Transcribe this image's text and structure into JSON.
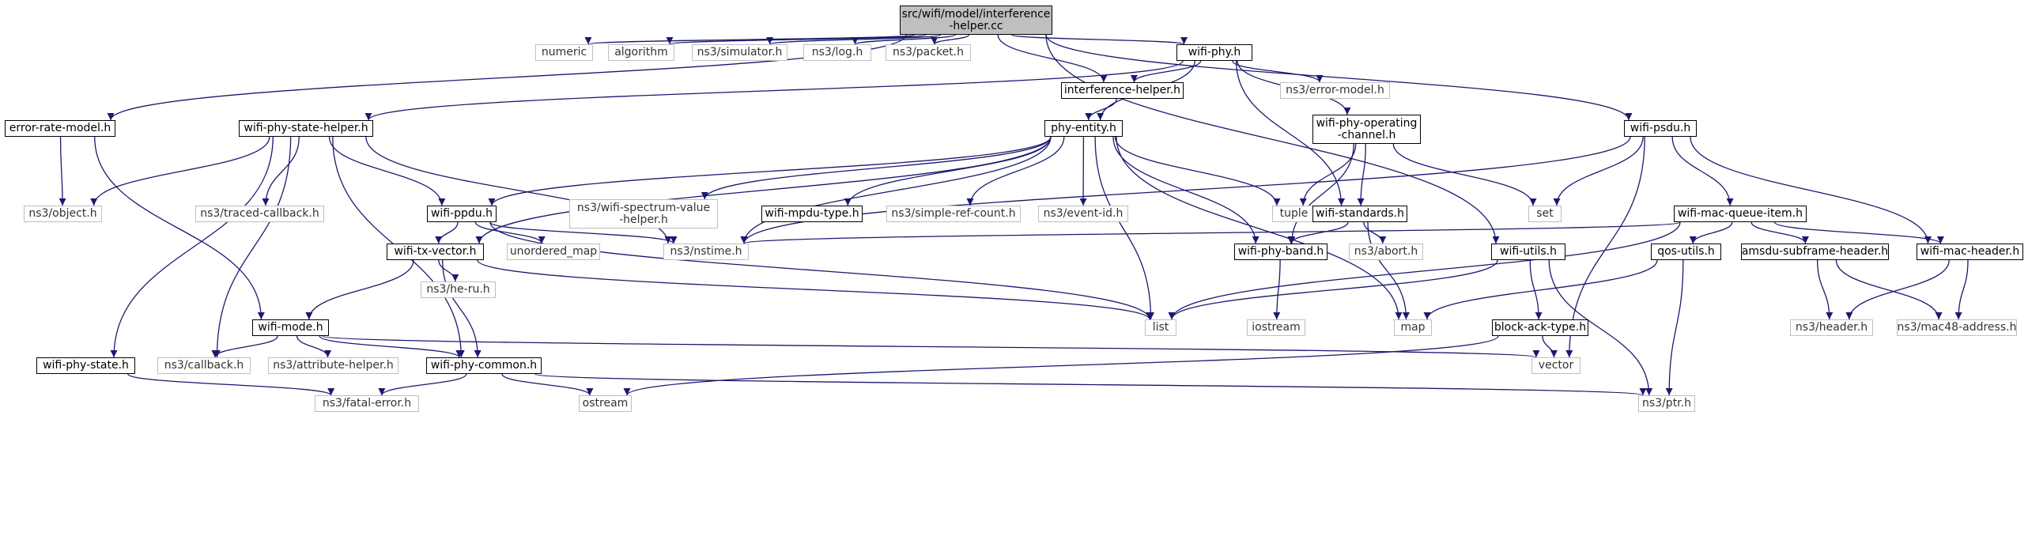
{
  "colors": {
    "edge": "#191970",
    "ext_border": "#bfbfbf",
    "int_border": "#000000",
    "root_fill": "#bfbfbf"
  },
  "nodes": {
    "interference_helper_cc": {
      "lines": [
        "src/wifi/model/interference",
        "-helper.cc"
      ],
      "kind": "root"
    },
    "numeric": {
      "lines": [
        "numeric"
      ],
      "kind": "external"
    },
    "algorithm": {
      "lines": [
        "algorithm"
      ],
      "kind": "external"
    },
    "ns3_simulator_h": {
      "lines": [
        "ns3/simulator.h"
      ],
      "kind": "external"
    },
    "ns3_log_h": {
      "lines": [
        "ns3/log.h"
      ],
      "kind": "external"
    },
    "ns3_packet_h": {
      "lines": [
        "ns3/packet.h"
      ],
      "kind": "external"
    },
    "wifi_phy_h": {
      "lines": [
        "wifi-phy.h"
      ],
      "kind": "internal"
    },
    "interference_helper_h": {
      "lines": [
        "interference-helper.h"
      ],
      "kind": "internal"
    },
    "ns3_error_model_h": {
      "lines": [
        "ns3/error-model.h"
      ],
      "kind": "external"
    },
    "error_rate_model_h": {
      "lines": [
        "error-rate-model.h"
      ],
      "kind": "internal"
    },
    "wifi_phy_state_helper_h": {
      "lines": [
        "wifi-phy-state-helper.h"
      ],
      "kind": "internal"
    },
    "phy_entity_h": {
      "lines": [
        "phy-entity.h"
      ],
      "kind": "internal"
    },
    "wifi_phy_operating_channel_h": {
      "lines": [
        "wifi-phy-operating",
        "-channel.h"
      ],
      "kind": "internal"
    },
    "wifi_psdu_h": {
      "lines": [
        "wifi-psdu.h"
      ],
      "kind": "internal"
    },
    "ns3_object_h": {
      "lines": [
        "ns3/object.h"
      ],
      "kind": "external"
    },
    "ns3_traced_callback_h": {
      "lines": [
        "ns3/traced-callback.h"
      ],
      "kind": "external"
    },
    "wifi_ppdu_h": {
      "lines": [
        "wifi-ppdu.h"
      ],
      "kind": "internal"
    },
    "ns3_wifi_spectrum_value_helper_h": {
      "lines": [
        "ns3/wifi-spectrum-value",
        "-helper.h"
      ],
      "kind": "external"
    },
    "wifi_mpdu_type_h": {
      "lines": [
        "wifi-mpdu-type.h"
      ],
      "kind": "internal"
    },
    "ns3_simple_ref_count_h": {
      "lines": [
        "ns3/simple-ref-count.h"
      ],
      "kind": "external"
    },
    "ns3_event_id_h": {
      "lines": [
        "ns3/event-id.h"
      ],
      "kind": "external"
    },
    "tuple": {
      "lines": [
        "tuple"
      ],
      "kind": "external"
    },
    "wifi_standards_h": {
      "lines": [
        "wifi-standards.h"
      ],
      "kind": "internal"
    },
    "set": {
      "lines": [
        "set"
      ],
      "kind": "external"
    },
    "wifi_mac_queue_item_h": {
      "lines": [
        "wifi-mac-queue-item.h"
      ],
      "kind": "internal"
    },
    "unordered_map": {
      "lines": [
        "unordered_map"
      ],
      "kind": "external"
    },
    "wifi_tx_vector_h": {
      "lines": [
        "wifi-tx-vector.h"
      ],
      "kind": "internal"
    },
    "ns3_nstime_h": {
      "lines": [
        "ns3/nstime.h"
      ],
      "kind": "external"
    },
    "wifi_phy_band_h": {
      "lines": [
        "wifi-phy-band.h"
      ],
      "kind": "internal"
    },
    "ns3_abort_h": {
      "lines": [
        "ns3/abort.h"
      ],
      "kind": "external"
    },
    "wifi_utils_h": {
      "lines": [
        "wifi-utils.h"
      ],
      "kind": "internal"
    },
    "qos_utils_h": {
      "lines": [
        "qos-utils.h"
      ],
      "kind": "internal"
    },
    "amsdu_subframe_header_h": {
      "lines": [
        "amsdu-subframe-header.h"
      ],
      "kind": "internal"
    },
    "wifi_mac_header_h": {
      "lines": [
        "wifi-mac-header.h"
      ],
      "kind": "internal"
    },
    "ns3_he_ru_h": {
      "lines": [
        "ns3/he-ru.h"
      ],
      "kind": "external"
    },
    "wifi_mode_h": {
      "lines": [
        "wifi-mode.h"
      ],
      "kind": "internal"
    },
    "list": {
      "lines": [
        "list"
      ],
      "kind": "external"
    },
    "iostream": {
      "lines": [
        "iostream"
      ],
      "kind": "external"
    },
    "map": {
      "lines": [
        "map"
      ],
      "kind": "external"
    },
    "block_ack_type_h": {
      "lines": [
        "block-ack-type.h"
      ],
      "kind": "internal"
    },
    "ns3_header_h": {
      "lines": [
        "ns3/header.h"
      ],
      "kind": "external"
    },
    "ns3_mac48_address_h": {
      "lines": [
        "ns3/mac48-address.h"
      ],
      "kind": "external"
    },
    "wifi_phy_state_h": {
      "lines": [
        "wifi-phy-state.h"
      ],
      "kind": "internal"
    },
    "ns3_callback_h": {
      "lines": [
        "ns3/callback.h"
      ],
      "kind": "external"
    },
    "ns3_attribute_helper_h": {
      "lines": [
        "ns3/attribute-helper.h"
      ],
      "kind": "external"
    },
    "wifi_phy_common_h": {
      "lines": [
        "wifi-phy-common.h"
      ],
      "kind": "internal"
    },
    "vector": {
      "lines": [
        "vector"
      ],
      "kind": "external"
    },
    "ns3_fatal_error_h": {
      "lines": [
        "ns3/fatal-error.h"
      ],
      "kind": "external"
    },
    "ostream": {
      "lines": [
        "ostream"
      ],
      "kind": "external"
    },
    "ns3_ptr_h": {
      "lines": [
        "ns3/ptr.h"
      ],
      "kind": "external"
    }
  },
  "edges": [
    [
      "interference_helper_cc",
      "numeric"
    ],
    [
      "interference_helper_cc",
      "algorithm"
    ],
    [
      "interference_helper_cc",
      "ns3_simulator_h"
    ],
    [
      "interference_helper_cc",
      "ns3_log_h"
    ],
    [
      "interference_helper_cc",
      "ns3_packet_h"
    ],
    [
      "interference_helper_cc",
      "wifi_phy_h"
    ],
    [
      "interference_helper_cc",
      "interference_helper_h"
    ],
    [
      "interference_helper_cc",
      "error_rate_model_h"
    ],
    [
      "interference_helper_cc",
      "wifi_utils_h"
    ],
    [
      "interference_helper_cc",
      "wifi_psdu_h"
    ],
    [
      "wifi_phy_h",
      "interference_helper_h"
    ],
    [
      "wifi_phy_h",
      "ns3_error_model_h"
    ],
    [
      "wifi_phy_h",
      "wifi_phy_state_helper_h"
    ],
    [
      "wifi_phy_h",
      "phy_entity_h"
    ],
    [
      "wifi_phy_h",
      "wifi_phy_operating_channel_h"
    ],
    [
      "wifi_phy_h",
      "wifi_standards_h"
    ],
    [
      "interference_helper_h",
      "phy_entity_h"
    ],
    [
      "error_rate_model_h",
      "ns3_object_h"
    ],
    [
      "error_rate_model_h",
      "wifi_mode_h"
    ],
    [
      "wifi_phy_state_helper_h",
      "ns3_object_h"
    ],
    [
      "wifi_phy_state_helper_h",
      "ns3_traced_callback_h"
    ],
    [
      "wifi_phy_state_helper_h",
      "wifi_ppdu_h"
    ],
    [
      "wifi_phy_state_helper_h",
      "ns3_nstime_h"
    ],
    [
      "wifi_phy_state_helper_h",
      "wifi_phy_state_h"
    ],
    [
      "wifi_phy_state_helper_h",
      "ns3_callback_h"
    ],
    [
      "wifi_phy_state_helper_h",
      "wifi_phy_common_h"
    ],
    [
      "phy_entity_h",
      "wifi_ppdu_h"
    ],
    [
      "phy_entity_h",
      "ns3_wifi_spectrum_value_helper_h"
    ],
    [
      "phy_entity_h",
      "wifi_mpdu_type_h"
    ],
    [
      "phy_entity_h",
      "ns3_simple_ref_count_h"
    ],
    [
      "phy_entity_h",
      "ns3_event_id_h"
    ],
    [
      "phy_entity_h",
      "tuple"
    ],
    [
      "phy_entity_h",
      "wifi_tx_vector_h"
    ],
    [
      "phy_entity_h",
      "ns3_nstime_h"
    ],
    [
      "phy_entity_h",
      "wifi_phy_band_h"
    ],
    [
      "phy_entity_h",
      "list"
    ],
    [
      "phy_entity_h",
      "map"
    ],
    [
      "wifi_phy_operating_channel_h",
      "tuple"
    ],
    [
      "wifi_phy_operating_channel_h",
      "set"
    ],
    [
      "wifi_phy_operating_channel_h",
      "wifi_standards_h"
    ],
    [
      "wifi_phy_operating_channel_h",
      "wifi_phy_band_h"
    ],
    [
      "wifi_psdu_h",
      "set"
    ],
    [
      "wifi_psdu_h",
      "wifi_mac_queue_item_h"
    ],
    [
      "wifi_psdu_h",
      "wifi_mac_header_h"
    ],
    [
      "wifi_psdu_h",
      "ns3_nstime_h"
    ],
    [
      "wifi_psdu_h",
      "vector"
    ],
    [
      "wifi_ppdu_h",
      "wifi_tx_vector_h"
    ],
    [
      "wifi_ppdu_h",
      "unordered_map"
    ],
    [
      "wifi_ppdu_h",
      "ns3_nstime_h"
    ],
    [
      "wifi_ppdu_h",
      "list"
    ],
    [
      "wifi_standards_h",
      "wifi_phy_band_h"
    ],
    [
      "wifi_standards_h",
      "ns3_abort_h"
    ],
    [
      "wifi_standards_h",
      "map"
    ],
    [
      "wifi_mac_queue_item_h",
      "ns3_nstime_h"
    ],
    [
      "wifi_mac_queue_item_h",
      "qos_utils_h"
    ],
    [
      "wifi_mac_queue_item_h",
      "amsdu_subframe_header_h"
    ],
    [
      "wifi_mac_queue_item_h",
      "wifi_mac_header_h"
    ],
    [
      "wifi_mac_queue_item_h",
      "list"
    ],
    [
      "wifi_tx_vector_h",
      "wifi_mode_h"
    ],
    [
      "wifi_tx_vector_h",
      "ns3_he_ru_h"
    ],
    [
      "wifi_tx_vector_h",
      "wifi_phy_common_h"
    ],
    [
      "wifi_tx_vector_h",
      "list"
    ],
    [
      "wifi_phy_band_h",
      "iostream"
    ],
    [
      "wifi_utils_h",
      "list"
    ],
    [
      "wifi_utils_h",
      "block_ack_type_h"
    ],
    [
      "wifi_utils_h",
      "ns3_ptr_h"
    ],
    [
      "qos_utils_h",
      "map"
    ],
    [
      "qos_utils_h",
      "ns3_ptr_h"
    ],
    [
      "amsdu_subframe_header_h",
      "ns3_header_h"
    ],
    [
      "amsdu_subframe_header_h",
      "ns3_mac48_address_h"
    ],
    [
      "wifi_mac_header_h",
      "ns3_header_h"
    ],
    [
      "wifi_mac_header_h",
      "ns3_mac48_address_h"
    ],
    [
      "wifi_mode_h",
      "ns3_callback_h"
    ],
    [
      "wifi_mode_h",
      "ns3_attribute_helper_h"
    ],
    [
      "wifi_mode_h",
      "wifi_phy_common_h"
    ],
    [
      "wifi_mode_h",
      "vector"
    ],
    [
      "block_ack_type_h",
      "vector"
    ],
    [
      "block_ack_type_h",
      "ostream"
    ],
    [
      "wifi_phy_state_h",
      "ns3_fatal_error_h"
    ],
    [
      "wifi_phy_common_h",
      "ns3_fatal_error_h"
    ],
    [
      "wifi_phy_common_h",
      "ostream"
    ],
    [
      "wifi_phy_common_h",
      "ns3_ptr_h"
    ]
  ]
}
